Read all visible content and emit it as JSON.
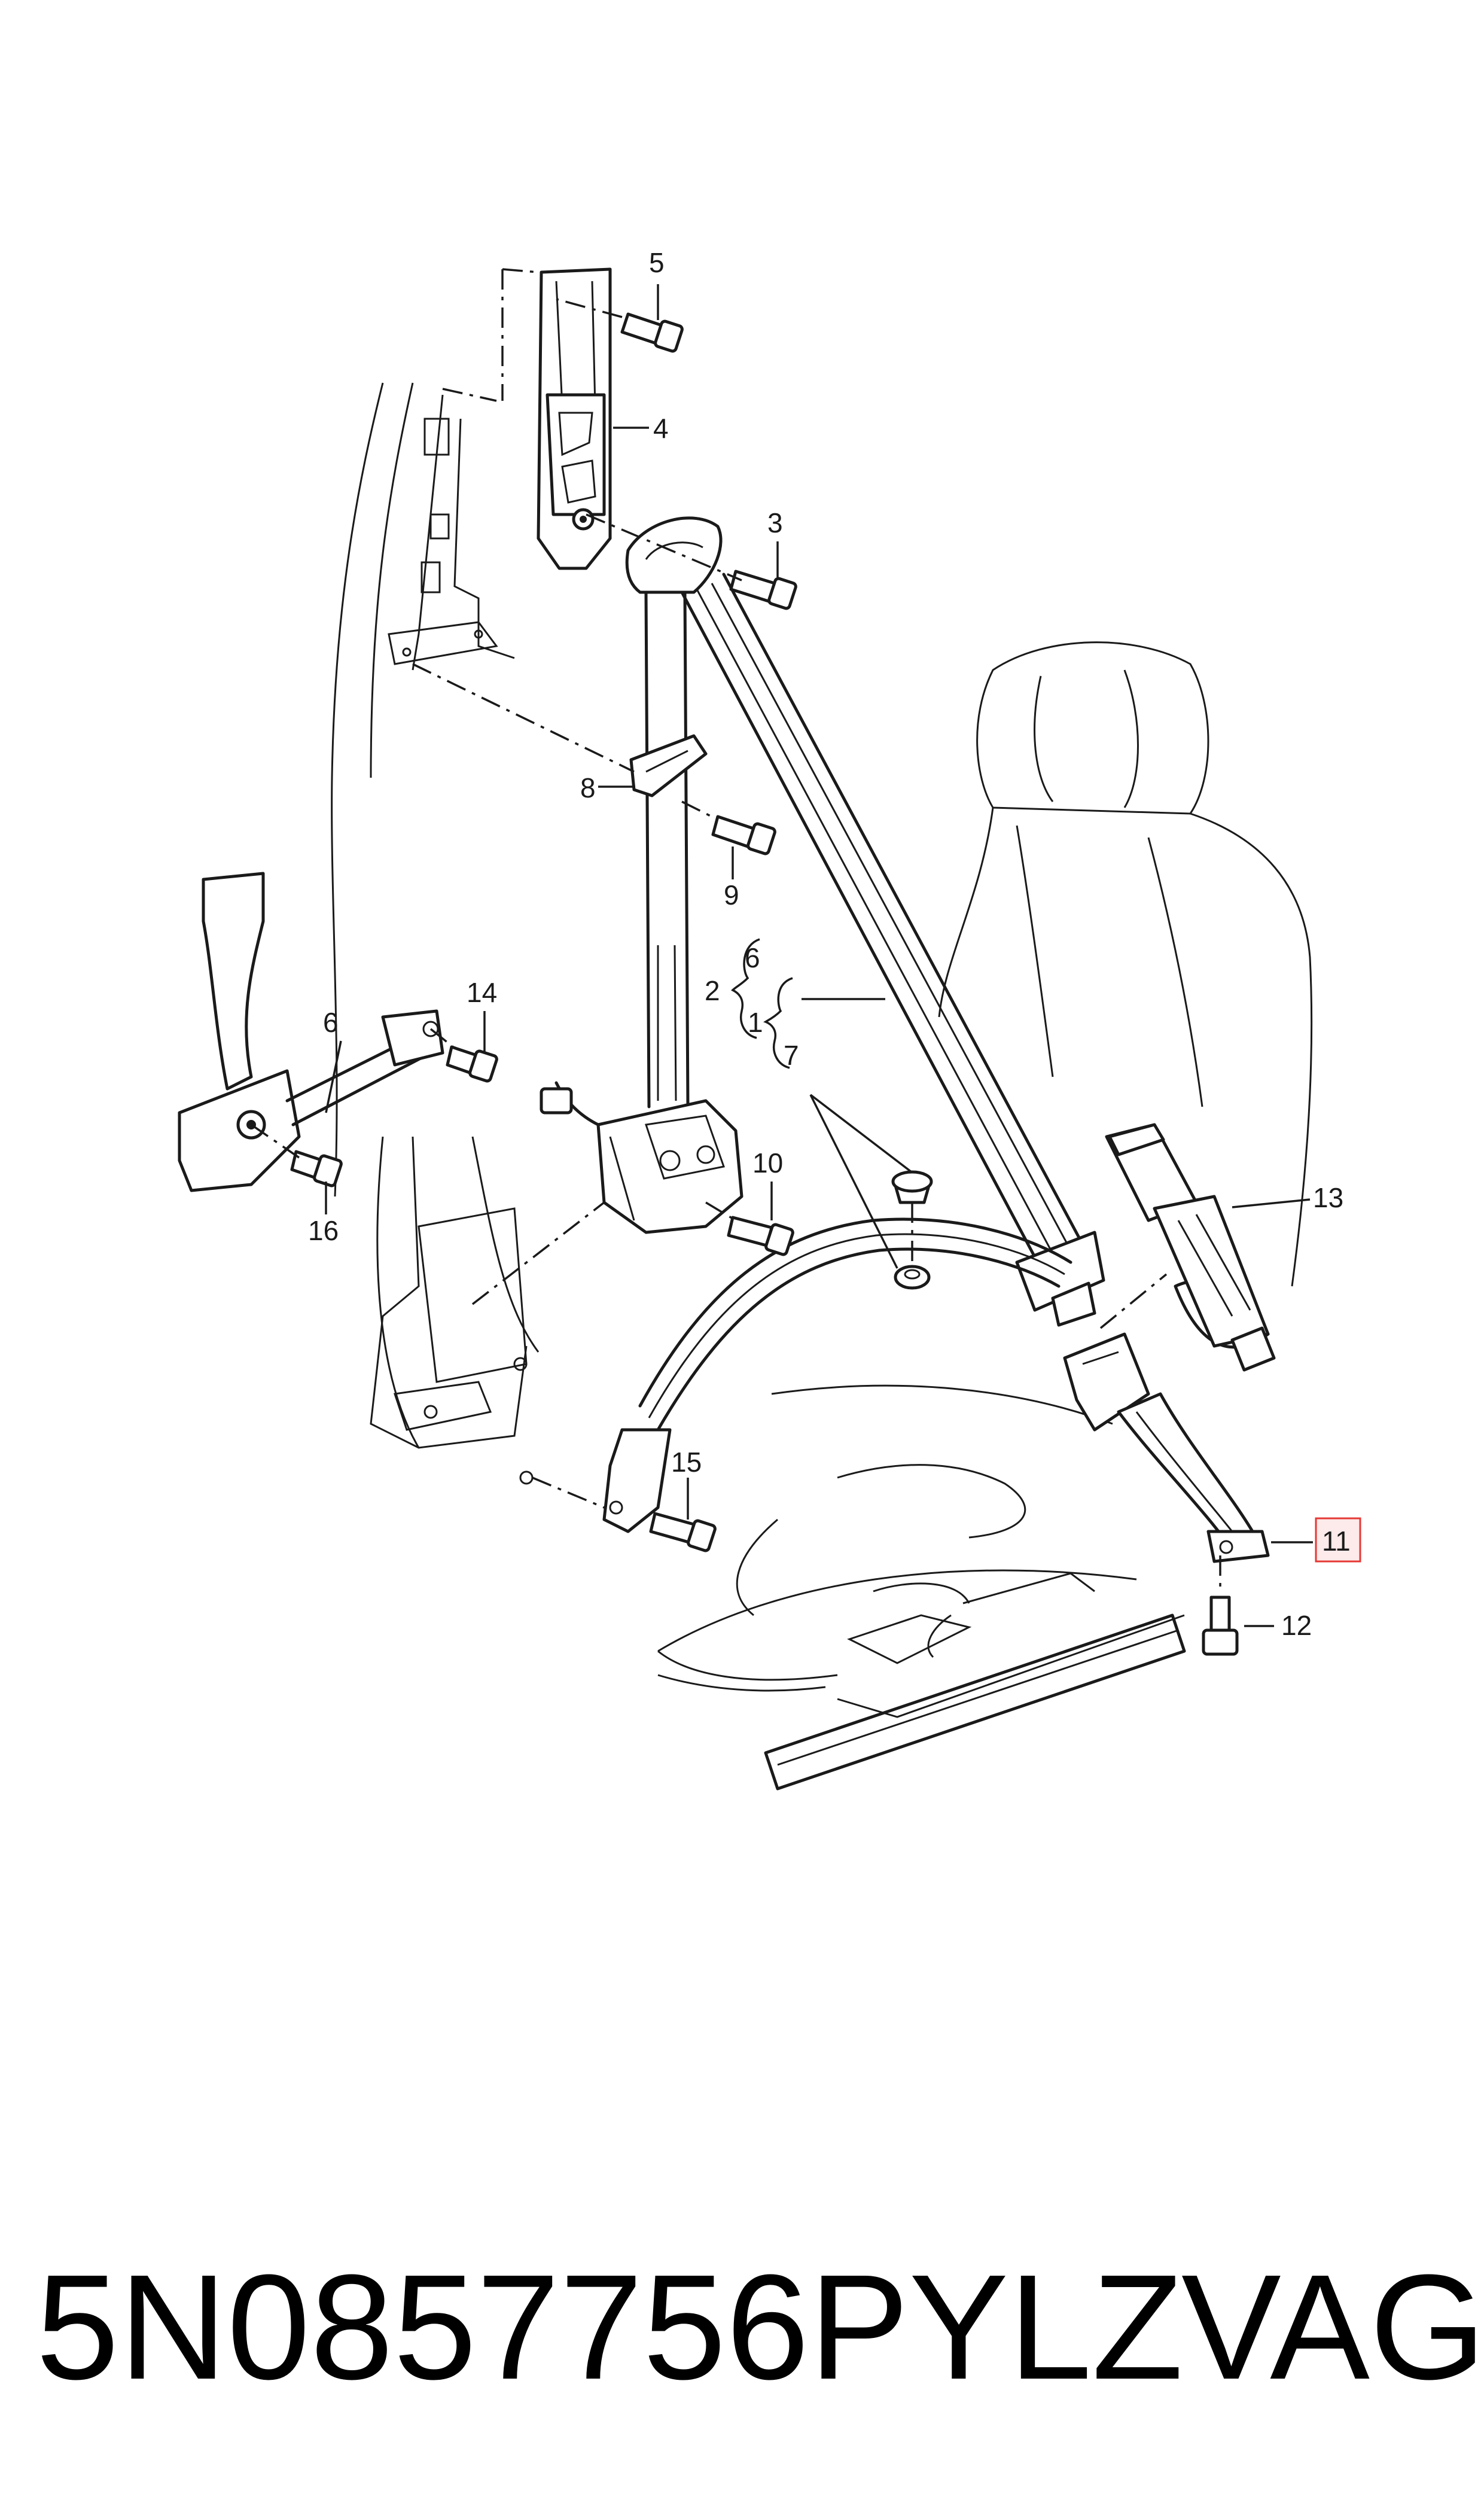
{
  "callouts": [
    {
      "id": "c1",
      "text": "1"
    },
    {
      "id": "c2",
      "text": "2"
    },
    {
      "id": "c3",
      "text": "3"
    },
    {
      "id": "c4",
      "text": "4"
    },
    {
      "id": "c5",
      "text": "5"
    },
    {
      "id": "c6a",
      "text": "6"
    },
    {
      "id": "c6b",
      "text": "6"
    },
    {
      "id": "c7",
      "text": "7"
    },
    {
      "id": "c8",
      "text": "8"
    },
    {
      "id": "c9",
      "text": "9"
    },
    {
      "id": "c10",
      "text": "10"
    },
    {
      "id": "c11",
      "text": "11",
      "highlighted": true
    },
    {
      "id": "c12",
      "text": "12"
    },
    {
      "id": "c13",
      "text": "13"
    },
    {
      "id": "c14",
      "text": "14"
    },
    {
      "id": "c15",
      "text": "15"
    },
    {
      "id": "c16",
      "text": "16"
    }
  ],
  "highlight_color": "#e53935",
  "footer": {
    "part_number": "5N0857756PYLZ",
    "brand": "VAG"
  }
}
